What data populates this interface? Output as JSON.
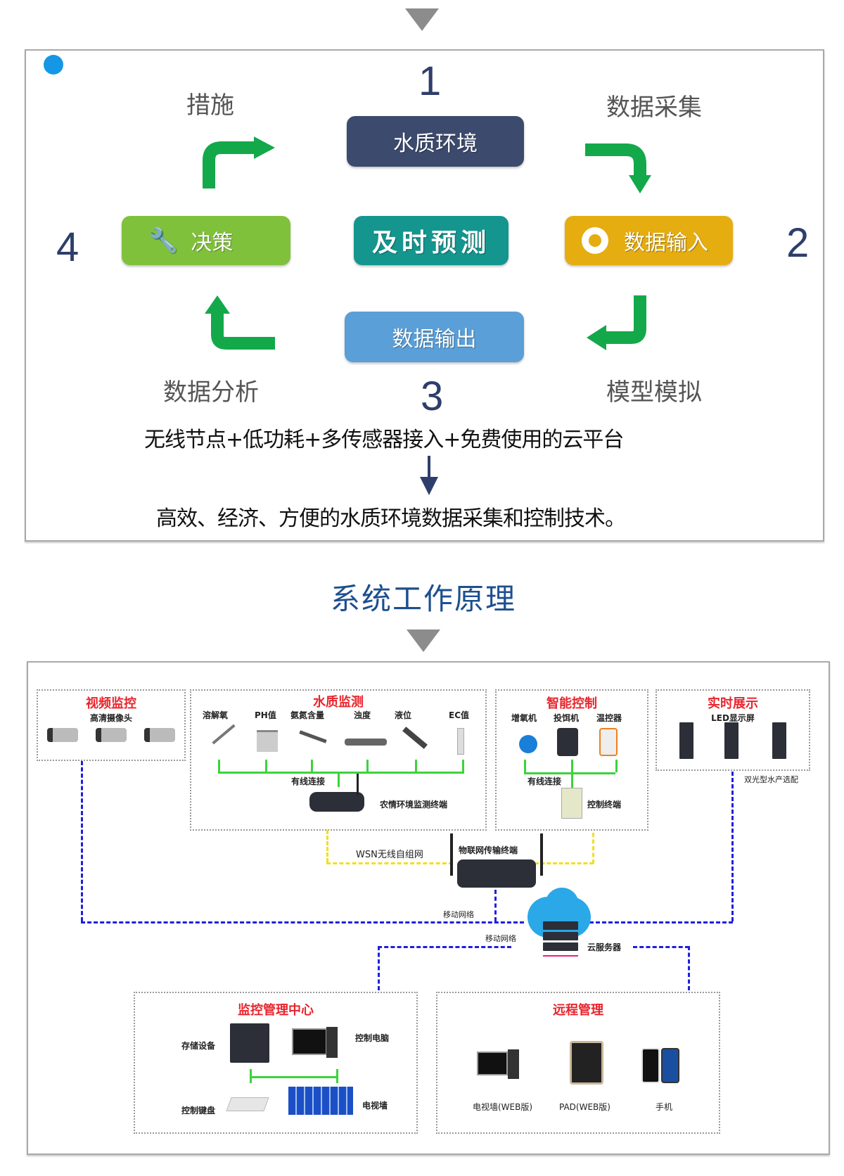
{
  "cycle": {
    "center_label": "及时预测",
    "steps": [
      {
        "number": "1",
        "box_label": "水质环境",
        "color": "#3c4a6e"
      },
      {
        "number": "2",
        "box_label": "数据输入",
        "color": "#e6ad10"
      },
      {
        "number": "3",
        "box_label": "数据输出",
        "color": "#5a9fd8"
      },
      {
        "number": "4",
        "box_label": "决策",
        "color": "#80c13c"
      }
    ],
    "arrow_labels": {
      "top_left": "措施",
      "top_right": "数据采集",
      "bottom_right": "模型模拟",
      "bottom_left": "数据分析"
    },
    "center_color": "#14968f",
    "arrow_color": "#13a94a"
  },
  "summary": {
    "features": "无线节点+低功耗+多传感器接入+免费使用的云平台",
    "result": "高效、经济、方便的水质环境数据采集和控制技术。"
  },
  "section_title": "系统工作原理",
  "architecture": {
    "video": {
      "title": "视频监控",
      "subtitle": "高清摄像头"
    },
    "water": {
      "title": "水质监测",
      "sensors": [
        "溶解氧",
        "PH值",
        "氨氮含量",
        "浊度",
        "液位",
        "EC值"
      ],
      "link_label": "有线连接",
      "terminal": "农情环境监测终端"
    },
    "control": {
      "title": "智能控制",
      "devices": [
        "增氧机",
        "投饵机",
        "温控器"
      ],
      "link_label": "有线连接",
      "terminal": "控制终端"
    },
    "display": {
      "title": "实时展示",
      "subtitle": "LED显示屏",
      "note": "双光型水产选配"
    },
    "gateway": {
      "wsn_label": "WSN无线自组网",
      "label": "物联网传输终端"
    },
    "network": {
      "mobile_1": "移动网络",
      "mobile_2": "移动网络",
      "cloud": "云服务器"
    },
    "monitor_center": {
      "title": "监控管理中心",
      "items": [
        "存储设备",
        "控制电脑",
        "控制键盘",
        "电视墙"
      ]
    },
    "remote": {
      "title": "远程管理",
      "items": [
        "电视墙(WEB版)",
        "PAD(WEB版)",
        "手机"
      ]
    }
  }
}
